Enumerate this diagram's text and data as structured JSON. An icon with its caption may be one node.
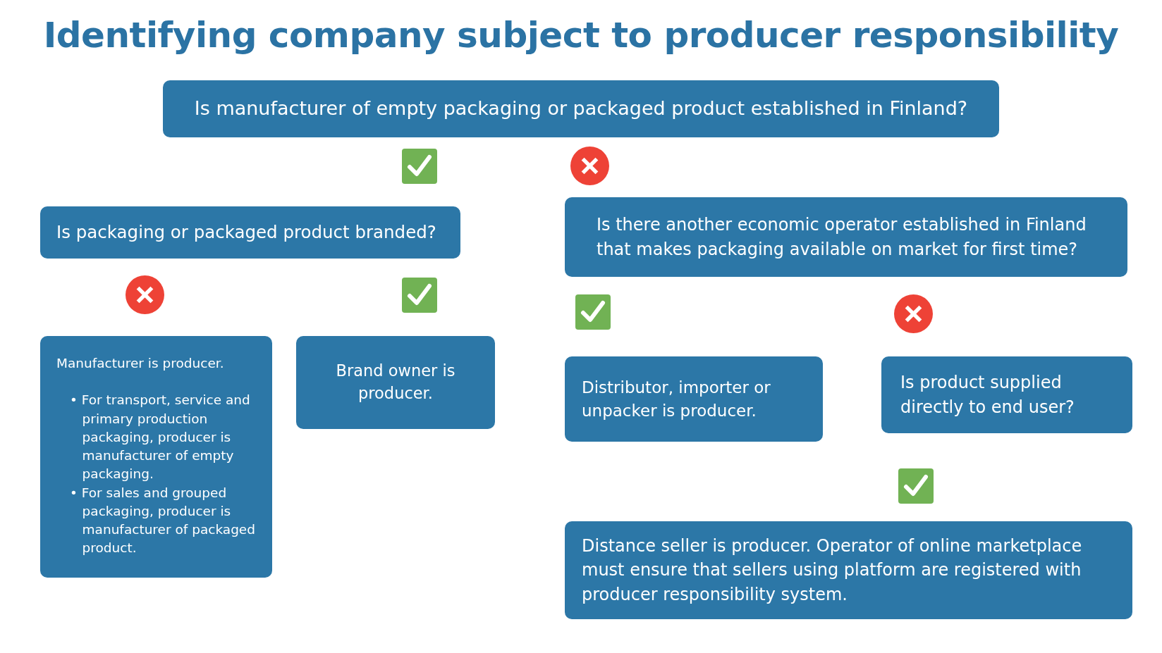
{
  "diagram": {
    "title": "Identifying company subject to producer responsibility",
    "nodes": [
      {
        "text": [
          "Is manufacturer of empty packaging or packaged product established in Finland?"
        ]
      },
      {
        "text": [
          "Is packaging or packaged product branded?"
        ]
      },
      {
        "text": [
          "Is there another economic operator established in Finland that makes packaging available on market for first time?"
        ]
      },
      {
        "text": [
          "Manufacturer is producer.",
          "• For transport, service and primary production packaging, producer is manufacturer of empty packaging.",
          "• For sales and grouped packaging, producer is manufacturer of packaged product."
        ]
      },
      {
        "text": [
          "Brand owner is producer."
        ]
      },
      {
        "text": [
          "Distributor, importer or unpacker is producer."
        ]
      },
      {
        "text": [
          "Is product supplied directly to end user?"
        ]
      },
      {
        "text": [
          "Distance seller is producer. Operator of online marketplace must ensure that sellers using platform are registered with producer responsibility system."
        ]
      }
    ]
  }
}
